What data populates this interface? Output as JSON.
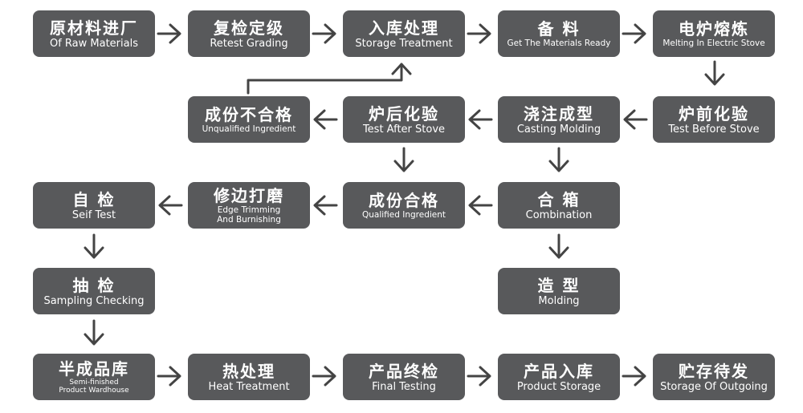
{
  "colors": {
    "box_fill": "#58595b",
    "text": "#ffffff",
    "arrow": "#444444"
  },
  "steps": {
    "raw_materials": {
      "zh": "原材料进厂",
      "en": "Of Raw Materials"
    },
    "retest_grading": {
      "zh": "复检定级",
      "en": "Retest Grading"
    },
    "storage_treatment": {
      "zh": "入库处理",
      "en": "Storage Treatment"
    },
    "get_materials_ready": {
      "zh": "备 料",
      "en": "Get The Materials Ready"
    },
    "melting": {
      "zh": "电炉熔炼",
      "en": "Melting In Electric Stove"
    },
    "unqualified": {
      "zh": "成份不合格",
      "en": "Unqualified Ingredient"
    },
    "test_after_stove": {
      "zh": "炉后化验",
      "en": "Test After Stove"
    },
    "casting_molding": {
      "zh": "浇注成型",
      "en": "Casting Molding"
    },
    "test_before_stove": {
      "zh": "炉前化验",
      "en": "Test Before Stove"
    },
    "self_test": {
      "zh": "自 检",
      "en": "Seif Test"
    },
    "edge_trimming": {
      "zh": "修边打磨",
      "en1": "Edge Trimming",
      "en2": "And Burnishing"
    },
    "qualified": {
      "zh": "成份合格",
      "en": "Qualified Ingredient"
    },
    "combination": {
      "zh": "合 箱",
      "en": "Combination"
    },
    "molding": {
      "zh": "造 型",
      "en": "Molding"
    },
    "sampling": {
      "zh": "抽 检",
      "en": "Sampling Checking"
    },
    "semi_finished": {
      "zh": "半成品库",
      "en1": "Semi-finished",
      "en2": "Product Wardhouse"
    },
    "heat_treatment": {
      "zh": "热处理",
      "en": "Heat Treatment"
    },
    "final_testing": {
      "zh": "产品终检",
      "en": "Final Testing"
    },
    "product_storage": {
      "zh": "产品入库",
      "en": "Product Storage"
    },
    "storage_outgoing": {
      "zh": "贮存待发",
      "en": "Storage Of Outgoing"
    }
  }
}
